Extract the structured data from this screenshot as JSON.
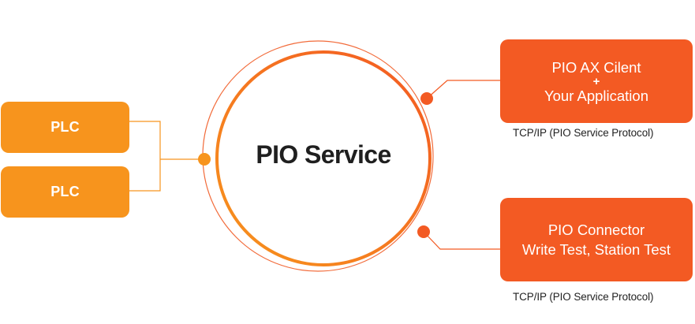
{
  "center": {
    "label": "PIO Service"
  },
  "plc_boxes": [
    {
      "label": "PLC"
    },
    {
      "label": "PLC"
    }
  ],
  "right_boxes": [
    {
      "line1": "PIO AX Cilent",
      "plus": "+",
      "line2": "Your Application",
      "caption": "TCP/IP (PIO Service Protocol)"
    },
    {
      "line1": "PIO Connector",
      "line2": "Write Test, Station Test",
      "caption": "TCP/IP (PIO Service Protocol)"
    }
  ],
  "colors": {
    "plc_fill": "#f7941d",
    "client_fill": "#f35a23",
    "ring_gradient_start": "#f7941d",
    "ring_gradient_end": "#f35a23",
    "outer_ring": "#f26b3a",
    "text_dark": "#1f1f1f"
  }
}
